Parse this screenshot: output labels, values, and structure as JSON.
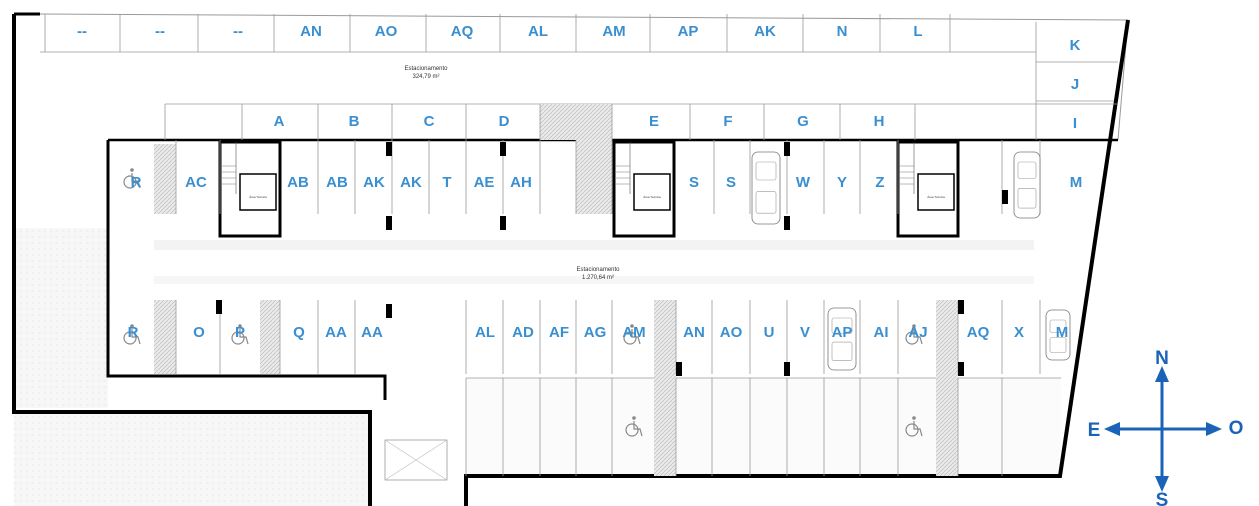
{
  "colors": {
    "label_blue": "#3a8fd0",
    "compass_blue": "#1a63b8",
    "wall": "#000000",
    "thin_line": "#9a9a9a",
    "hatch": "#d0d0d0"
  },
  "areas": {
    "upper_name": "Estacionamento",
    "upper_value": "324,79 m²",
    "lower_name": "Estacionamento",
    "lower_value": "1.270,64 m²",
    "core_label": "Área Técnica"
  },
  "rows": {
    "top": [
      "--",
      "--",
      "--",
      "AN",
      "AO",
      "AQ",
      "AL",
      "AM",
      "AP",
      "AK",
      "N",
      "L"
    ],
    "second": [
      "A",
      "B",
      "C",
      "D",
      "E",
      "F",
      "G",
      "H"
    ],
    "right_column": [
      "K",
      "J",
      "I"
    ],
    "middle": [
      "R",
      "AC",
      "AB",
      "AB",
      "AK",
      "AK",
      "T",
      "AE",
      "AH",
      "S",
      "S",
      "W",
      "Y",
      "Z",
      "M"
    ],
    "lower": [
      "R",
      "O",
      "P",
      "Q",
      "AA",
      "AA",
      "AL",
      "AD",
      "AF",
      "AG",
      "AM",
      "AN",
      "AO",
      "U",
      "V",
      "AP",
      "AI",
      "AJ",
      "AQ",
      "X",
      "M"
    ]
  },
  "compass": {
    "north": "N",
    "south": "S",
    "east": "E",
    "west": "O"
  },
  "accessible_icon": "wheelchair-icon",
  "car_icon": "car-icon"
}
